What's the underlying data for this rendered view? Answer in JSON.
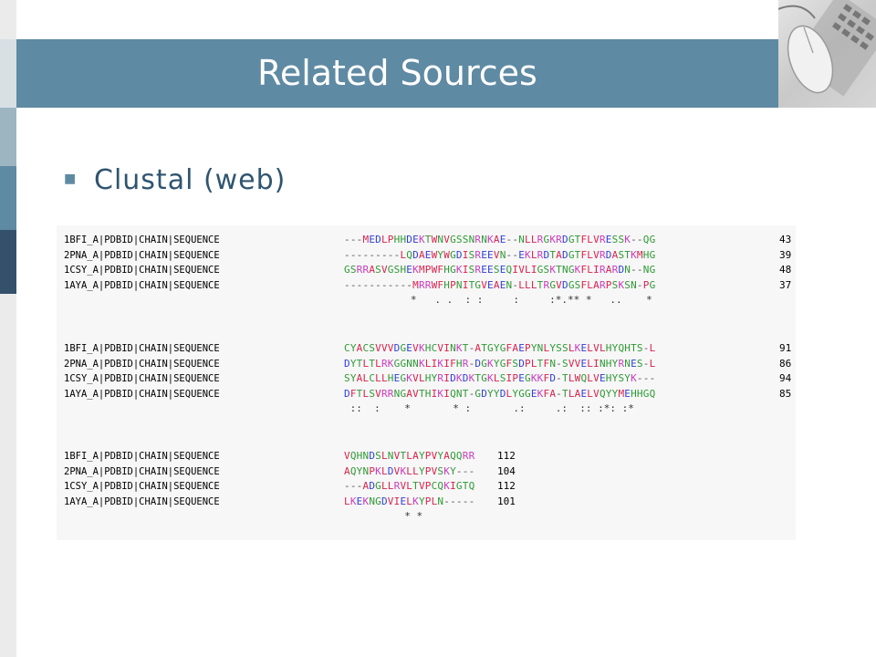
{
  "slide": {
    "title": "Related Sources",
    "bullet": "Clustal (web)",
    "accent_color": "#5f8aa3"
  },
  "alignment": {
    "blocks": [
      {
        "rows": [
          {
            "id": "1BFI_A|PDBID|CHAIN|SEQUENCE",
            "seq": "---MEDLPHHDEKTWNVGSSNRNKAE--NLLRGKRDGTFLVRESSK--QG",
            "num": "43"
          },
          {
            "id": "2PNA_A|PDBID|CHAIN|SEQUENCE",
            "seq": "---------LQDAEWYWGDISREEVN--EKLRDTADGTFLVRDASTKMHG",
            "num": "39"
          },
          {
            "id": "1CSY_A|PDBID|CHAIN|SEQUENCE",
            "seq": "GSRRASVGSHEKMPWFHGKISREESEQIVLIGSKTNGKFLIRARDN--NG",
            "num": "48"
          },
          {
            "id": "1AYA_A|PDBID|CHAIN|SEQUENCE",
            "seq": "-----------MRRWFHPNITGVEAEN-LLLTRGVDGSFLARPSKSN-PG",
            "num": "37"
          }
        ],
        "consensus": "           *   . .  : :     :     :*.** *   ..    *"
      },
      {
        "rows": [
          {
            "id": "1BFI_A|PDBID|CHAIN|SEQUENCE",
            "seq": "CYACSVVVDGEVKHCVINKT-ATGYGFAEPYNLYSSLKELVLHYQHTS-L",
            "num": "91"
          },
          {
            "id": "2PNA_A|PDBID|CHAIN|SEQUENCE",
            "seq": "DYTLTLRKGGNNKLIKIFHR-DGKYGFSDPLTFN-SVVELINHYRNES-L",
            "num": "86"
          },
          {
            "id": "1CSY_A|PDBID|CHAIN|SEQUENCE",
            "seq": "SYALCLLHEGKVLHYRIDKDKTGKLSIPEGKKFD-TLWQLVEHYSYK---",
            "num": "94"
          },
          {
            "id": "1AYA_A|PDBID|CHAIN|SEQUENCE",
            "seq": "DFTLSVRRNGAVTHIKIQNT-GDYYDLYGGEKFA-TLAELVQYYMEHHGQ",
            "num": "85"
          }
        ],
        "consensus": " ::  :    *       * :       .:     .:  :: :*: :*"
      },
      {
        "rows": [
          {
            "id": "1BFI_A|PDBID|CHAIN|SEQUENCE",
            "seq": "VQHNDSLNVTLAYPVYAQQRR",
            "num": "112"
          },
          {
            "id": "2PNA_A|PDBID|CHAIN|SEQUENCE",
            "seq": "AQYNPKLDVKLLYPVSKY---",
            "num": "104"
          },
          {
            "id": "1CSY_A|PDBID|CHAIN|SEQUENCE",
            "seq": "---ADGLLRVLTVPCQKIGTQ",
            "num": "112"
          },
          {
            "id": "1AYA_A|PDBID|CHAIN|SEQUENCE",
            "seq": "LKEKNGDVIELKYPLN-----",
            "num": "101"
          }
        ],
        "consensus": "          * *"
      }
    ]
  }
}
